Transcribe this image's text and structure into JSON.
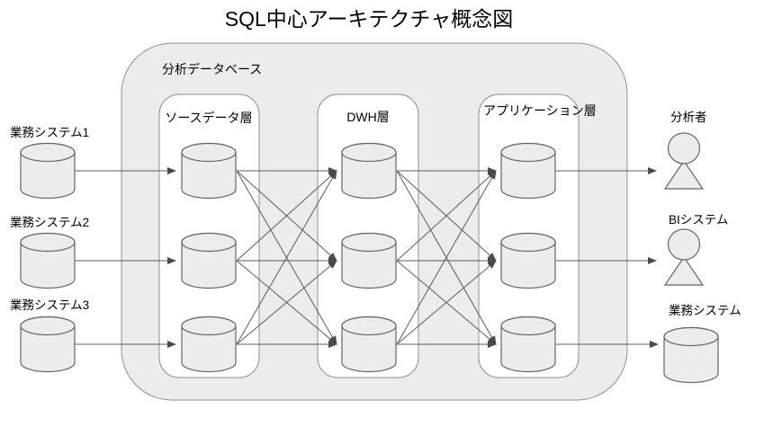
{
  "title": "SQL中心アーキテクチャ概念図",
  "analysis_database": {
    "label": "分析データベース"
  },
  "layers": [
    {
      "label": "ソースデータ層",
      "node_count": 3,
      "node_icon": "database-cylinder"
    },
    {
      "label": "DWH層",
      "node_count": 3,
      "node_icon": "database-cylinder"
    },
    {
      "label": "アプリケーション層",
      "node_count": 3,
      "node_icon": "database-cylinder"
    }
  ],
  "source_systems": [
    {
      "label": "業務システム1",
      "icon": "database-cylinder"
    },
    {
      "label": "業務システム2",
      "icon": "database-cylinder"
    },
    {
      "label": "業務システム3",
      "icon": "database-cylinder"
    }
  ],
  "consumers": [
    {
      "label": "分析者",
      "icon": "person"
    },
    {
      "label": "BIシステム",
      "icon": "person"
    },
    {
      "label": "業務システム",
      "icon": "database-cylinder"
    }
  ],
  "connections": {
    "inflow": "each source system feeds one source-layer database",
    "source_to_dwh": "full mesh 3x3",
    "dwh_to_application": "full mesh 3x3",
    "outflow": "each application database feeds one consumer"
  },
  "colors": {
    "container_fill": "#ececec",
    "layer_fill": "#ffffff",
    "node_fill": "#ececec",
    "box_stroke": "#8f8f8f",
    "node_stroke": "#666666",
    "arrow": "#4a4a4a",
    "text": "#000000",
    "background": "#ffffff"
  }
}
